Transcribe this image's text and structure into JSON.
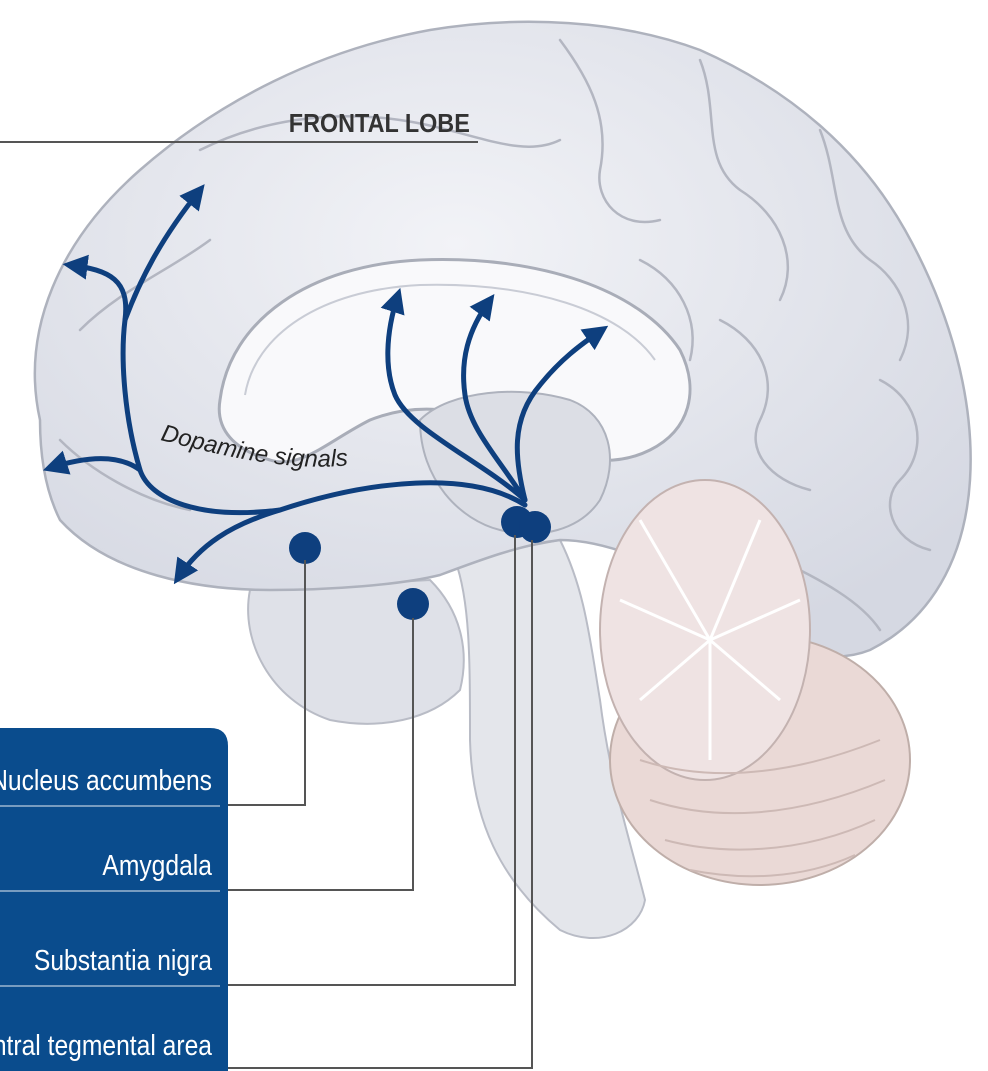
{
  "labels": {
    "frontal_lobe": "FRONTAL LOBE",
    "dopamine_signals": "Dopamine signals",
    "nucleus_accumbens": "Nucleus accumbens",
    "amygdala": "Amygdala",
    "substantia_nigra": "Substantia nigra",
    "ventral_tegmental_area": "Ventral tegmental area"
  },
  "colors": {
    "arrow_blue": "#0e3f7e",
    "panel_blue": "#0a4c8d",
    "brain_gray": "#e3e5ec",
    "brain_outline": "#b6b9c4",
    "cerebellum": "#e9dede",
    "leader_line": "#555555"
  }
}
